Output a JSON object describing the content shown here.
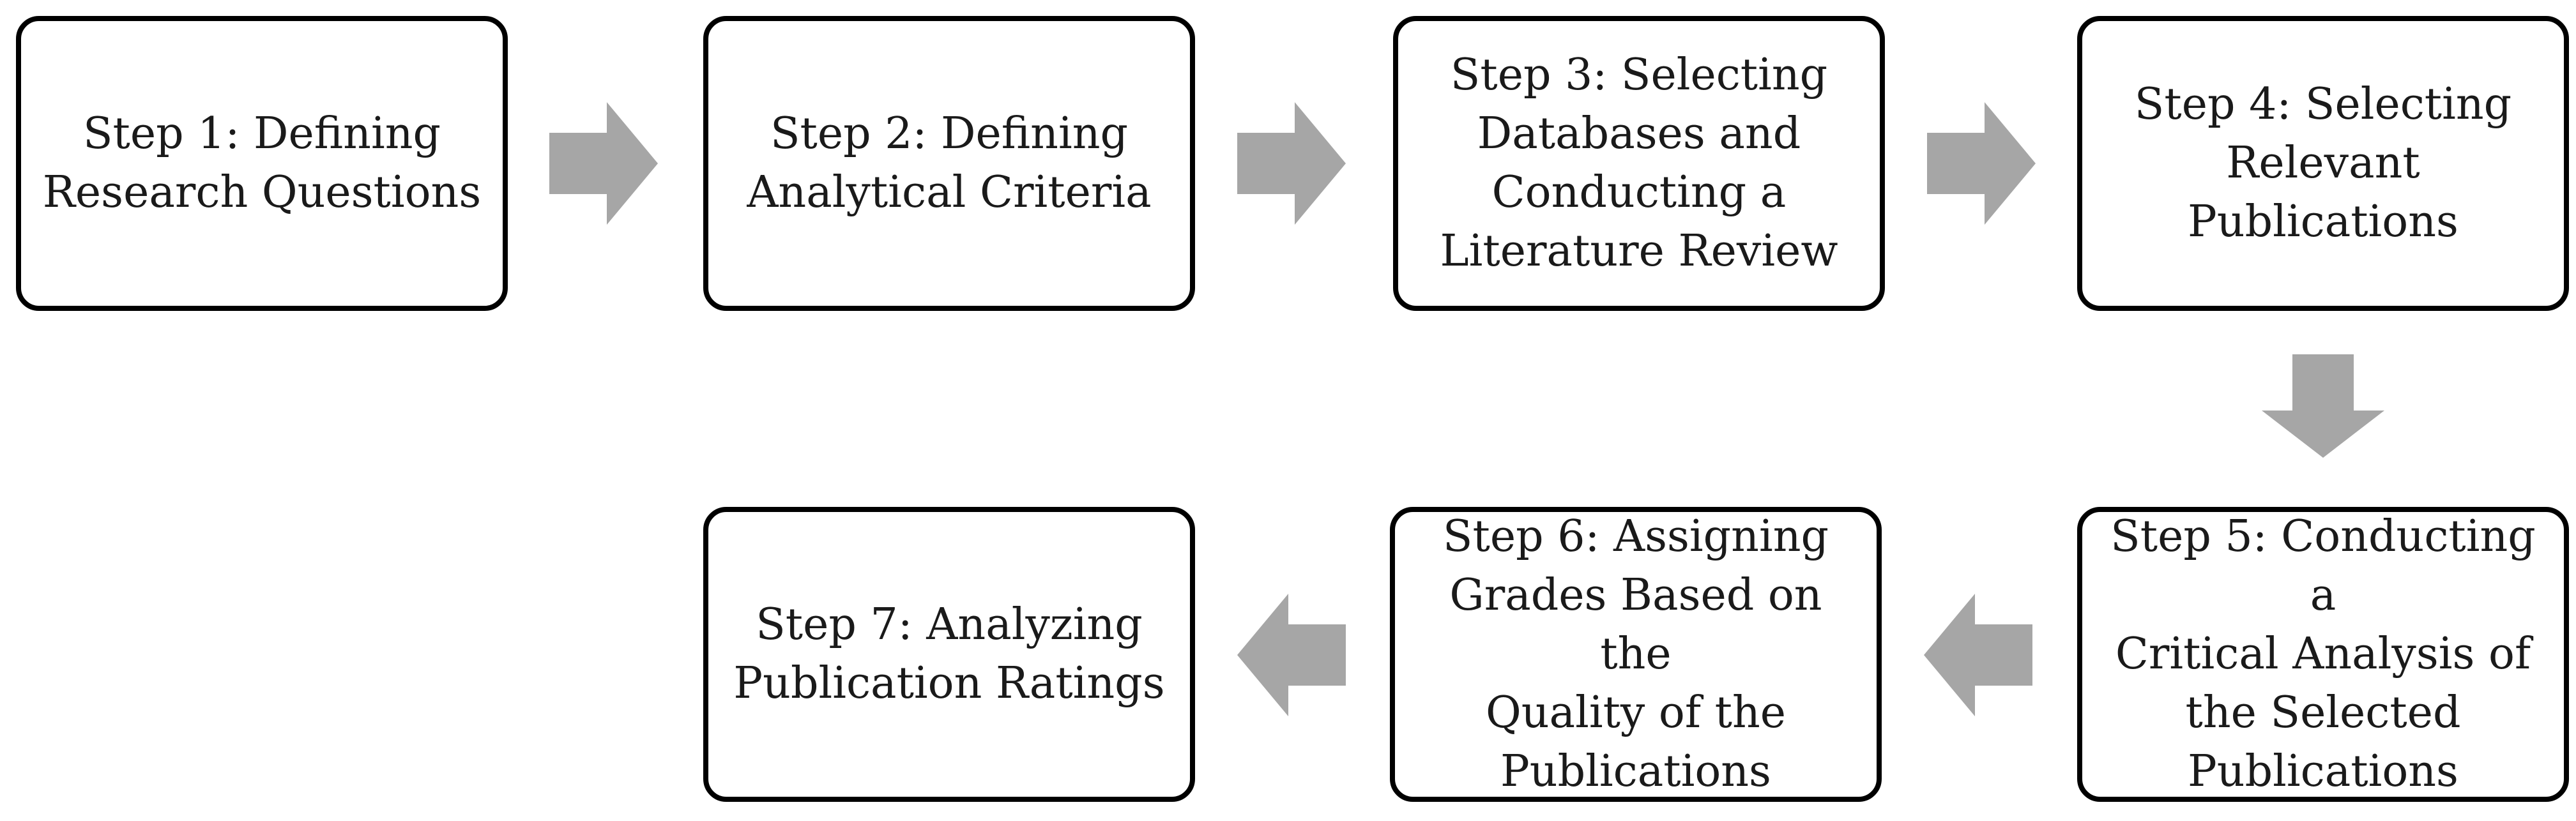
{
  "steps": [
    {
      "label": "Step 1: Defining\nResearch Questions"
    },
    {
      "label": "Step 2: Defining\nAnalytical Criteria"
    },
    {
      "label": "Step 3: Selecting\nDatabases and\nConducting a\nLiterature Review"
    },
    {
      "label": "Step 4: Selecting\nRelevant\nPublications"
    },
    {
      "label": "Step 5: Conducting a\nCritical Analysis of\nthe Selected\nPublications"
    },
    {
      "label": "Step 6: Assigning\nGrades Based on the\nQuality of the\nPublications"
    },
    {
      "label": "Step 7: Analyzing\nPublication Ratings"
    }
  ],
  "arrows": [
    {
      "from": 1,
      "to": 2,
      "direction": "right"
    },
    {
      "from": 2,
      "to": 3,
      "direction": "right"
    },
    {
      "from": 3,
      "to": 4,
      "direction": "right"
    },
    {
      "from": 4,
      "to": 5,
      "direction": "down"
    },
    {
      "from": 5,
      "to": 6,
      "direction": "left"
    },
    {
      "from": 6,
      "to": 7,
      "direction": "left"
    }
  ],
  "colors": {
    "box_border": "#000000",
    "arrow_fill": "#a6a6a6",
    "text": "#1a1a1a",
    "background": "#ffffff"
  }
}
